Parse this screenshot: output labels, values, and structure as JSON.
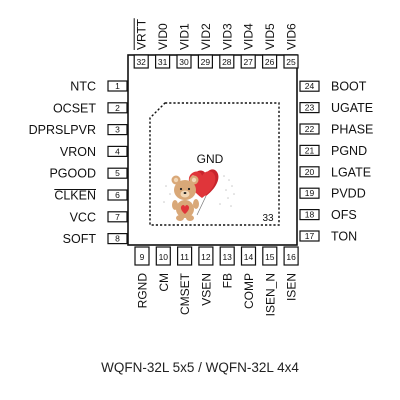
{
  "package_caption": "WQFN-32L 5x5 / WQFN-32L 4x4",
  "thermal_pad": {
    "label": "GND",
    "pin": "33"
  },
  "left_pins": [
    {
      "num": "1",
      "name": "NTC"
    },
    {
      "num": "2",
      "name": "OCSET"
    },
    {
      "num": "3",
      "name": "DPRSLPVR"
    },
    {
      "num": "4",
      "name": "VRON"
    },
    {
      "num": "5",
      "name": "PGOOD"
    },
    {
      "num": "6",
      "name": "CLKEN",
      "overline": true
    },
    {
      "num": "7",
      "name": "VCC"
    },
    {
      "num": "8",
      "name": "SOFT"
    }
  ],
  "bottom_pins": [
    {
      "num": "9",
      "name": "RGND"
    },
    {
      "num": "10",
      "name": "CM"
    },
    {
      "num": "11",
      "name": "CMSET"
    },
    {
      "num": "12",
      "name": "VSEN"
    },
    {
      "num": "13",
      "name": "FB"
    },
    {
      "num": "14",
      "name": "COMP"
    },
    {
      "num": "15",
      "name": "ISEN_N"
    },
    {
      "num": "16",
      "name": "ISEN"
    }
  ],
  "right_pins": [
    {
      "num": "17",
      "name": "TON"
    },
    {
      "num": "18",
      "name": "OFS"
    },
    {
      "num": "19",
      "name": "PVDD"
    },
    {
      "num": "20",
      "name": "LGATE"
    },
    {
      "num": "21",
      "name": "PGND"
    },
    {
      "num": "22",
      "name": "PHASE"
    },
    {
      "num": "23",
      "name": "UGATE"
    },
    {
      "num": "24",
      "name": "BOOT"
    }
  ],
  "top_pins": [
    {
      "num": "25",
      "name": "VID6"
    },
    {
      "num": "26",
      "name": "VID5"
    },
    {
      "num": "27",
      "name": "VID4"
    },
    {
      "num": "28",
      "name": "VID3"
    },
    {
      "num": "29",
      "name": "VID2"
    },
    {
      "num": "30",
      "name": "VID1"
    },
    {
      "num": "31",
      "name": "VID0"
    },
    {
      "num": "32",
      "name": "VRTT",
      "overline": true
    }
  ],
  "colors": {
    "outline": "#111111",
    "text": "#111111",
    "heart": "#e0353a",
    "bear_fur": "#d9a878",
    "bear_light": "#f2d7b6"
  }
}
